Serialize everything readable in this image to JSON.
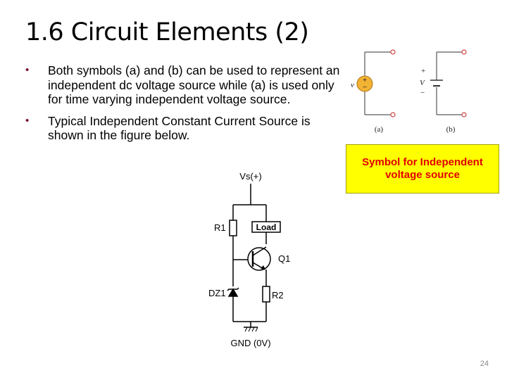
{
  "slide": {
    "title": "1.6 Circuit Elements (2)",
    "bullets": [
      "Both symbols (a) and (b) can be used to represent an independent dc voltage source while (a) is used only for time varying independent voltage source.",
      "Typical Independent  Constant Current Source is shown in the figure below."
    ],
    "bullet_glyph": "•",
    "callout": "Symbol for Independent voltage source",
    "page_number": "24"
  },
  "symbols_figure": {
    "label_a": "(a)",
    "label_b": "(b)",
    "var_v": "v",
    "var_V": "V",
    "plus": "+",
    "minus": "−"
  },
  "circuit": {
    "vs_label": "Vs(+)",
    "r1_label": "R1",
    "load_label": "Load",
    "q1_label": "Q1",
    "dz1_label": "DZ1",
    "r2_label": "R2",
    "gnd_label": "GND (0V)"
  },
  "colors": {
    "bullet": "#7a1030",
    "callout_bg": "#ffff00",
    "callout_text": "#e00000",
    "source_fill": "#f2b233",
    "terminal": "#d04040"
  }
}
